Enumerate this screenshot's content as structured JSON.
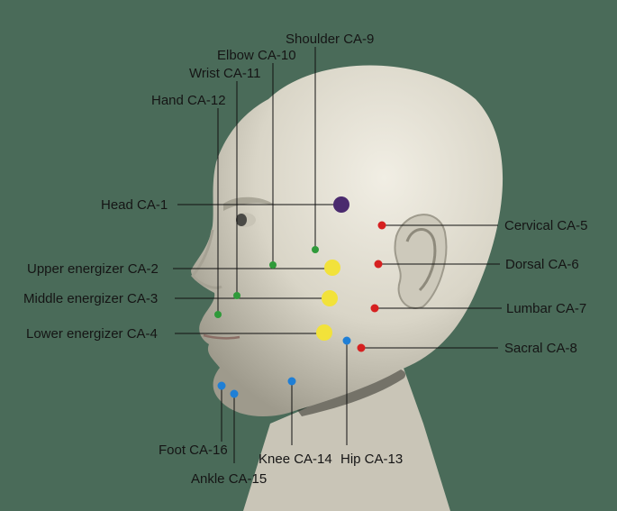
{
  "figure": {
    "background_color": "#4a6b59",
    "skin_color": "#d8d4c6",
    "point_colors": {
      "purple": "#4a2a6e",
      "yellow": "#f2e23a",
      "green": "#2f9a3a",
      "red": "#d62020",
      "blue": "#1f7fd6"
    }
  },
  "labels": {
    "shoulder": "Shoulder CA-9",
    "elbow": "Elbow CA-10",
    "wrist": "Wrist CA-11",
    "hand": "Hand CA-12",
    "head": "Head CA-1",
    "upper": "Upper energizer CA-2",
    "middle": "Middle energizer CA-3",
    "lower": "Lower energizer CA-4",
    "cervical": "Cervical CA-5",
    "dorsal": "Dorsal CA-6",
    "lumbar": "Lumbar CA-7",
    "sacral": "Sacral CA-8",
    "foot": "Foot CA-16",
    "ankle": "Ankle CA-15",
    "knee": "Knee CA-14",
    "hip": "Hip CA-13"
  }
}
